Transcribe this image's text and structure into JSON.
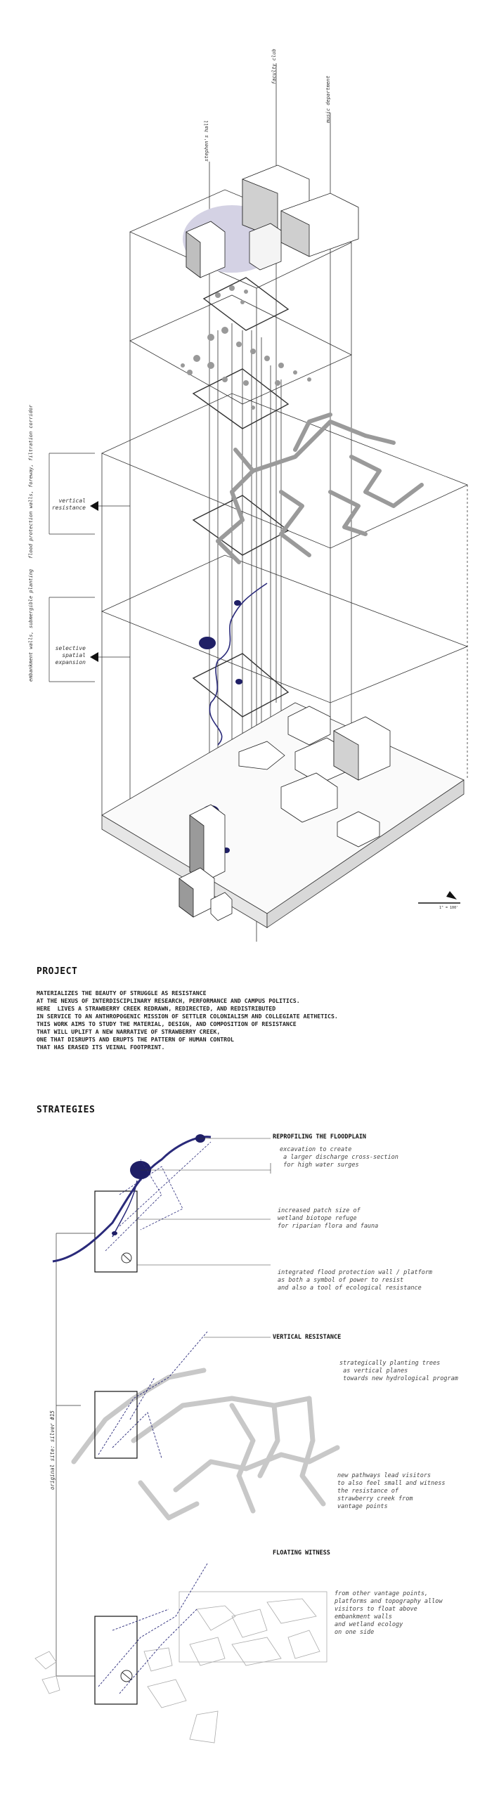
{
  "diagram": {
    "labels": {
      "stephens_hall": "stephen's hall",
      "faculty_club": "faculty club",
      "music_department": "music department",
      "flood_protection": "flood protection walls, foreway, filtration corridor",
      "vertical_resistance": "vertical\nresistance",
      "embankment": "embankment walls, submergible planting",
      "selective_expansion": "selective\nspatial\nexpansion",
      "scale": "1\" = 100'"
    }
  },
  "project": {
    "heading": "PROJECT",
    "lines": [
      "MATERIALIZES THE BEAUTY OF STRUGGLE AS RESISTANCE",
      "AT THE NEXUS OF INTERDISCIPLINARY RESEARCH, PERFORMANCE AND CAMPUS POLITICS.",
      "HERE  LIVES A STRAWBERRY CREEK REDRAWN, REDIRECTED, AND REDISTRIBUTED",
      "IN SERVICE TO AN ANTHROPOGENIC MISSION OF SETTLER COLONIALISM AND COLLEGIATE AETHETICS.",
      "THIS WORK AIMS TO STUDY THE MATERIAL, DESIGN, AND COMPOSITION OF RESISTANCE",
      "THAT WILL UPLIFT A NEW NARRATIVE OF STRAWBERRY CREEK,",
      "ONE THAT DISRUPTS AND ERUPTS THE PATTERN OF HUMAN CONTROL",
      "THAT HAS ERASED ITS VEINAL FOOTPRINT."
    ]
  },
  "strategies": {
    "heading": "STRATEGIES",
    "side_label": "original site: silver #15",
    "items": [
      {
        "title": "REPROFILING THE FLOODPLAIN",
        "notes": [
          "excavation to create\n a larger discharge cross-section\n for high water surges",
          "increased patch size of\nwetland biotope refuge\nfor riparian flora and fauna",
          "integrated flood protection wall / platform\nas both a symbol of power to resist\nand also a tool of ecological resistance"
        ]
      },
      {
        "title": "VERTICAL RESISTANCE",
        "notes": [
          "strategically planting trees\n as vertical planes\n towards new hydrological program",
          "new pathways lead visitors\nto also feel small and witness\nthe resistance of\nstrawberry creek from\nvantage points"
        ]
      },
      {
        "title": "FLOATING WITNESS",
        "notes": [
          "from other vantage points,\nplatforms and topography allow\nvisitors to float above\nembankment walls\nand wetland ecology\non one side"
        ]
      }
    ]
  },
  "colors": {
    "accent": "#2a2a7a",
    "gray": "#8a8a8a",
    "line": "#333333"
  }
}
